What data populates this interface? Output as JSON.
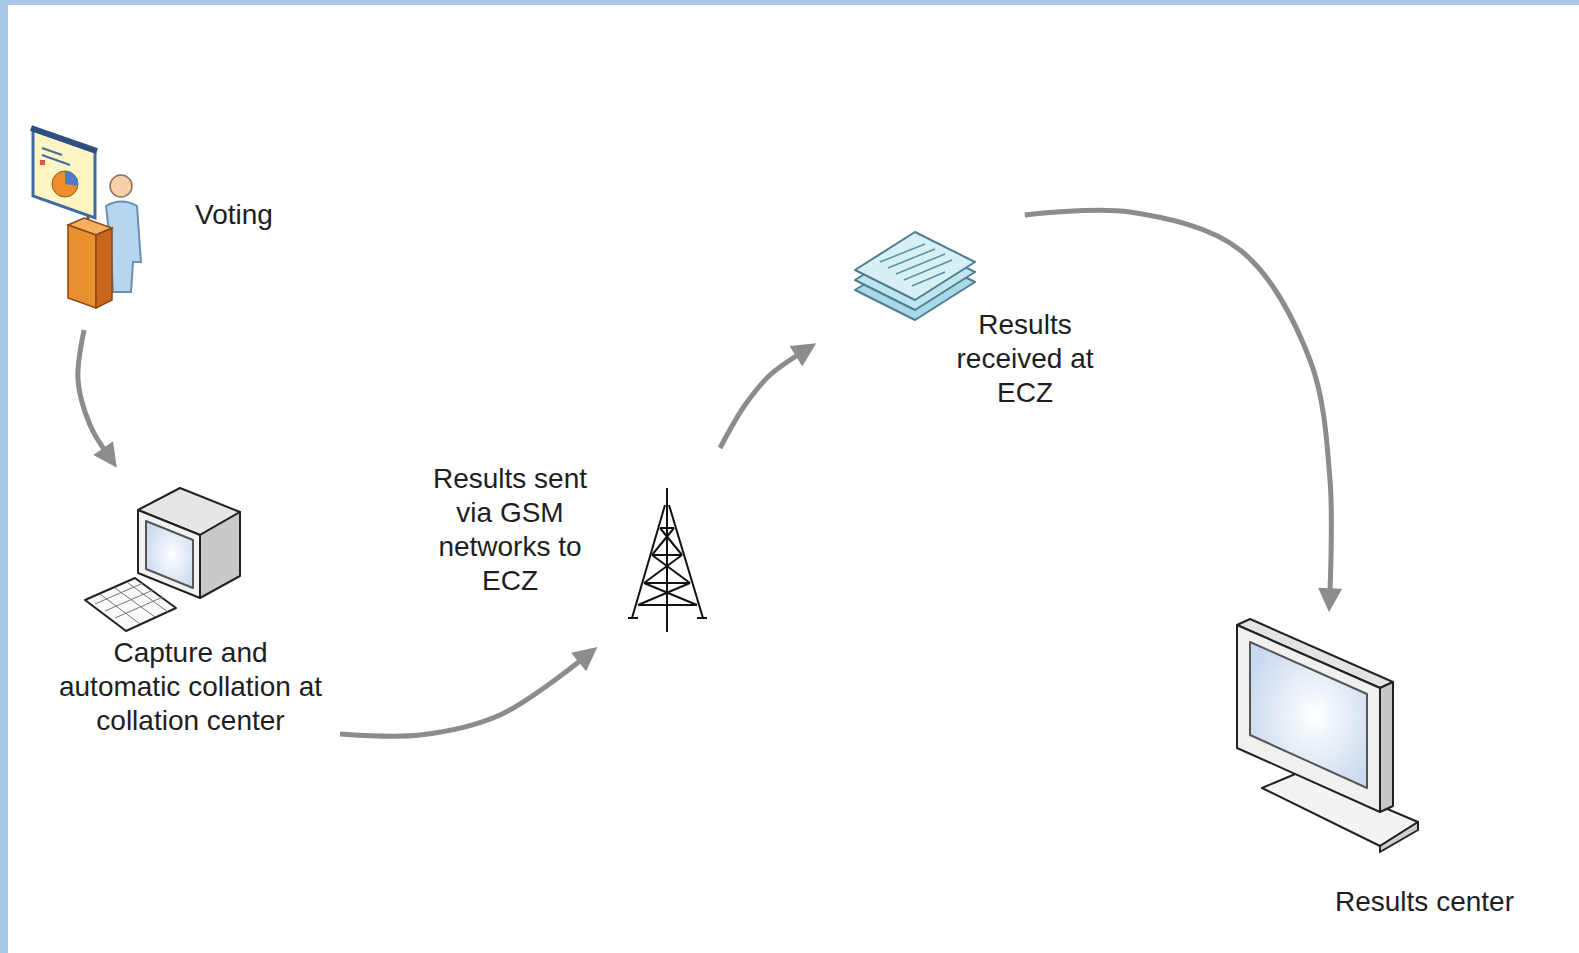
{
  "diagram": {
    "nodes": [
      {
        "text": [
          "Voting"
        ]
      },
      {
        "text": [
          "Capture and automatic collation at collation center"
        ]
      },
      {
        "text": [
          "Results sent via GSM networks to ECZ"
        ]
      },
      {
        "text": [
          "Results received at ECZ"
        ]
      },
      {
        "text": [
          "Results center"
        ]
      }
    ],
    "edges": [
      {
        "from": 0,
        "to": 1,
        "arrow": "to"
      },
      {
        "from": 1,
        "to": 2,
        "arrow": "to"
      },
      {
        "from": 2,
        "to": 3,
        "arrow": "to"
      },
      {
        "from": 3,
        "to": 4,
        "arrow": "to"
      }
    ]
  }
}
